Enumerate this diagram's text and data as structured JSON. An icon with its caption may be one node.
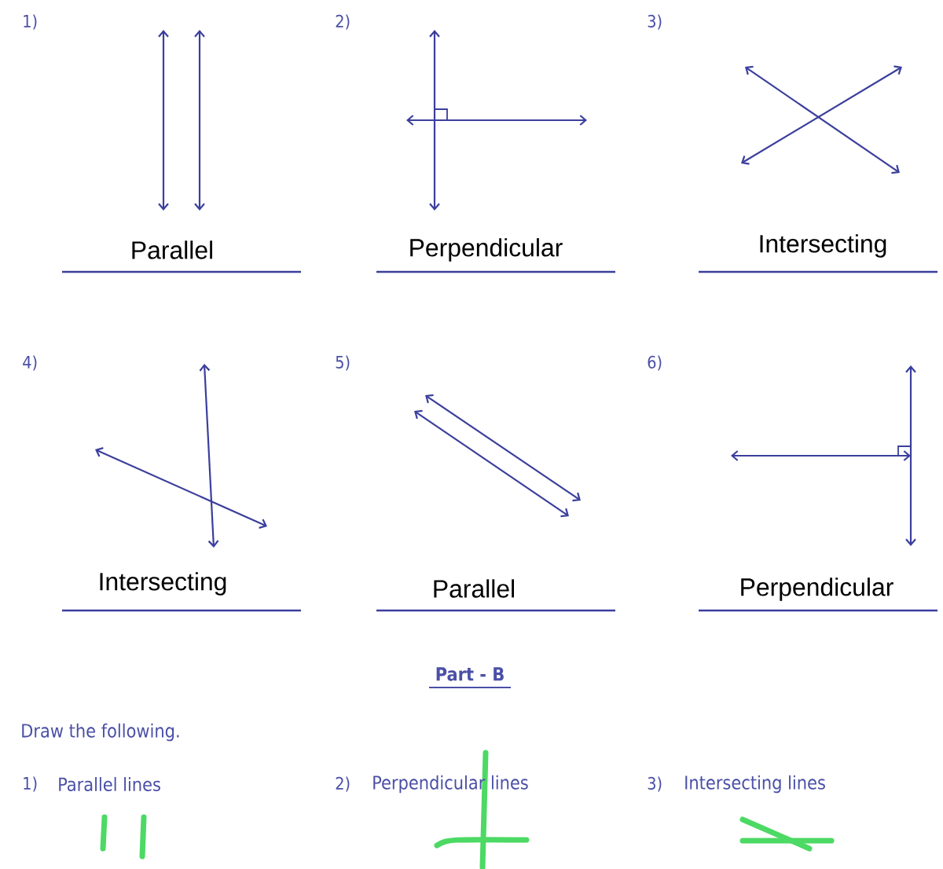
{
  "diagram": {
    "labels": [
      "1)",
      "2)",
      "3)",
      "Parallel",
      "Perpendicular",
      "Intersecting",
      "4)",
      "5)",
      "6)",
      "Intersecting",
      "Parallel",
      "Perpendicular",
      "Part - B",
      "Draw the following.",
      "1)",
      "Parallel lines",
      "2)",
      "Perpendicular lines",
      "3)",
      "Intersecting lines"
    ]
  }
}
